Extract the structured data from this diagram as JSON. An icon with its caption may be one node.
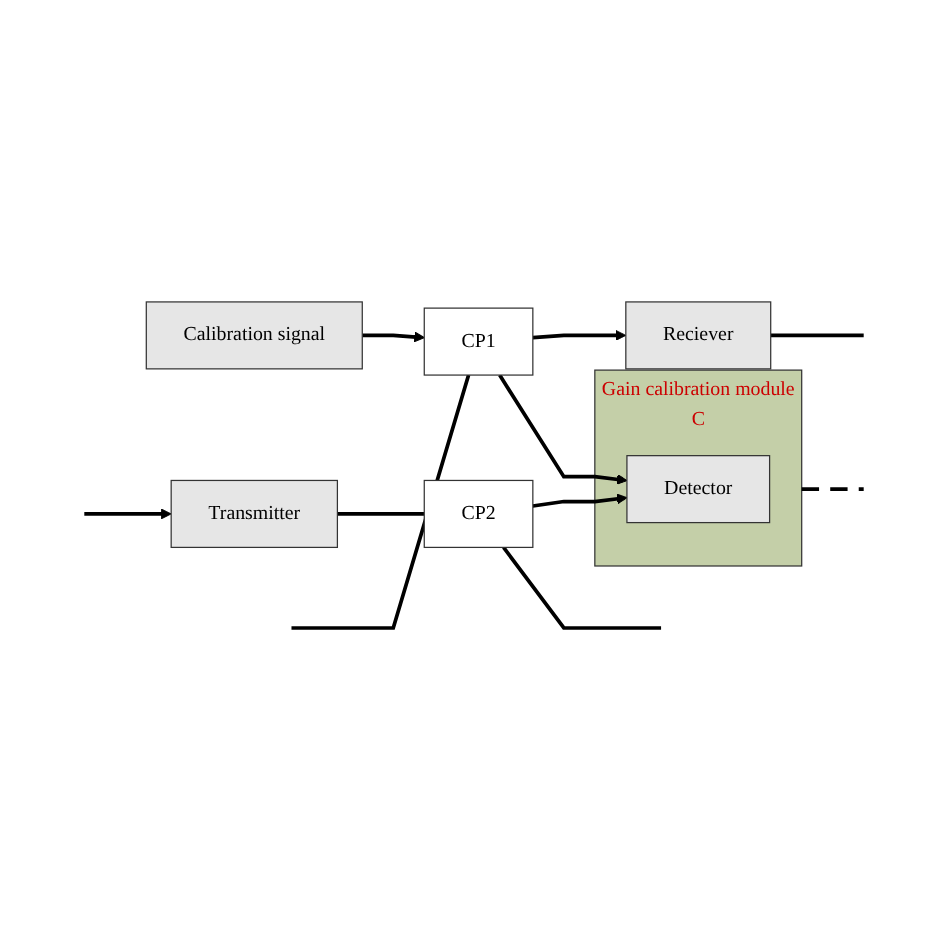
{
  "diagram": {
    "nodes": [
      {
        "text": [
          "CP1"
        ]
      },
      {
        "text": [
          "Reciever"
        ]
      },
      {
        "text": [
          "Calibration signal"
        ]
      },
      {
        "text": [
          "Gain calibration module",
          "C"
        ]
      },
      {
        "text": [
          "Detector"
        ],
        "in": 3
      },
      {
        "text": [
          "CP2"
        ]
      },
      {
        "text": [
          "Transmitter"
        ]
      }
    ],
    "edges": [
      {
        "from": null,
        "to": 0,
        "arrow": "none"
      },
      {
        "from": 0,
        "to": 1,
        "arrow": "to"
      },
      {
        "from": 1,
        "to": null,
        "arrow": "none"
      },
      {
        "from": 2,
        "to": 0,
        "arrow": "to"
      },
      {
        "from": 0,
        "to": 4,
        "arrow": "to"
      },
      {
        "from": 5,
        "to": 4,
        "arrow": "to"
      },
      {
        "from": 3,
        "to": null,
        "arrow": "none",
        "style": "dashed"
      },
      {
        "from": null,
        "to": 6,
        "arrow": "to"
      },
      {
        "from": 6,
        "to": 5,
        "arrow": "none"
      },
      {
        "from": 5,
        "to": null,
        "arrow": "none"
      }
    ]
  }
}
